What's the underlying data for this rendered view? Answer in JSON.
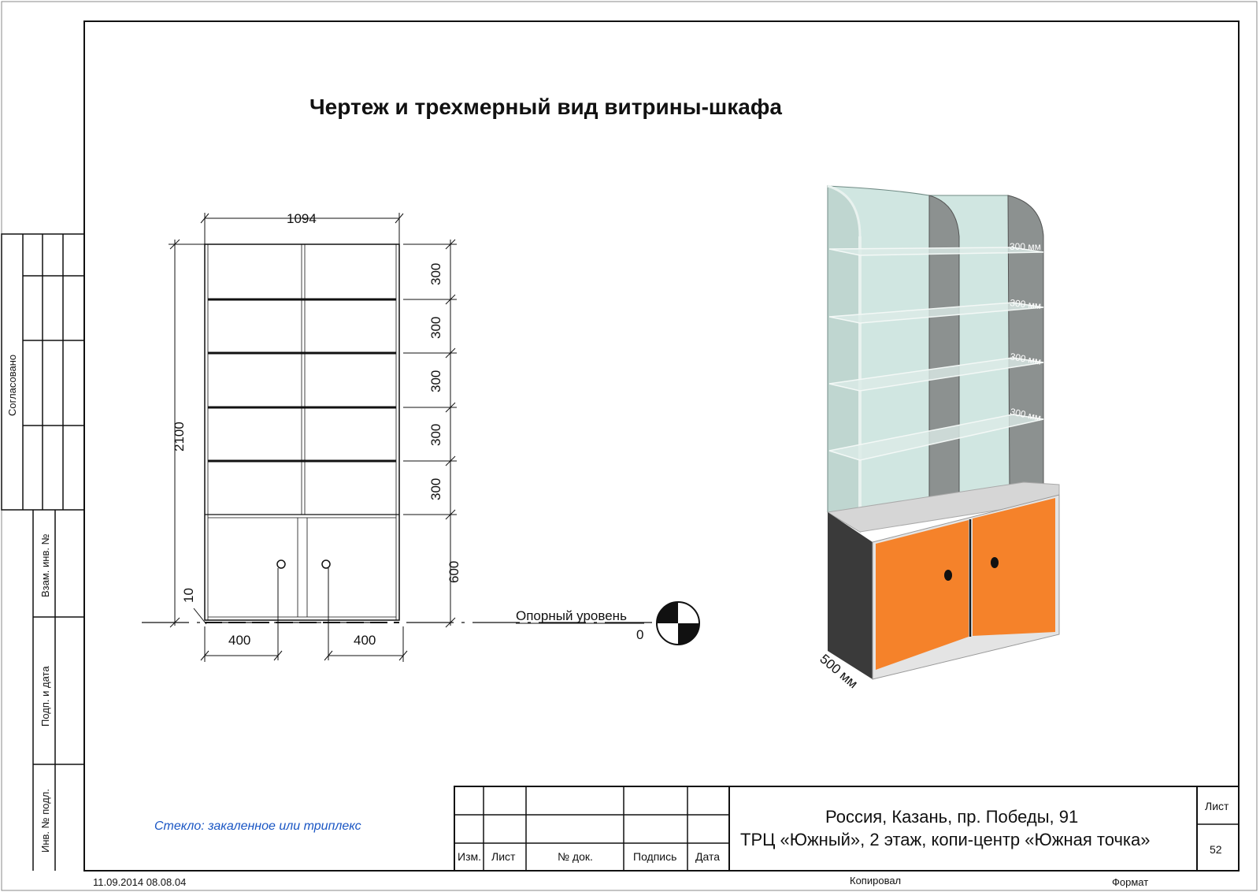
{
  "title": "Чертеж и трехмерный вид витрины-шкафа",
  "front_view": {
    "overall_width": "1094",
    "overall_height": "2100",
    "shelf_pitches": [
      "300",
      "300",
      "300",
      "300",
      "300"
    ],
    "cabinet_height": "600",
    "plinth": "10",
    "handle_offset_left": "400",
    "handle_offset_right": "400"
  },
  "reference_level": {
    "label": "Опорный уровень",
    "value": "0"
  },
  "view_3d": {
    "shelf_labels": [
      "300 мм",
      "300 мм",
      "300 мм",
      "300 мм"
    ],
    "depth_label": "500 мм",
    "colors": {
      "door": "#f5822a",
      "body_side": "#3a3a3a",
      "glass_side": "#8c9190",
      "glass_front": "#c8e2dc",
      "top_shelf": "#d6d6d6"
    }
  },
  "note": "Стекло: закаленное или триплекс",
  "left_margin": {
    "approved": "Согласовано",
    "inv_swap": "Взам. инв. №",
    "sign_date": "Подп. и дата",
    "inv_orig": "Инв. № подл."
  },
  "title_block": {
    "col_izm": "Изм.",
    "col_list": "Лист",
    "col_doc": "№ док.",
    "col_sign": "Подпись",
    "col_date": "Дата",
    "address_line1": "Россия, Казань, пр. Победы, 91",
    "address_line2": "ТРЦ «Южный», 2 этаж, копи-центр «Южная точка»",
    "sheet_label": "Лист",
    "sheet_number": "52"
  },
  "footer": {
    "timestamp": "11.09.2014 08.08.04",
    "copied": "Копировал",
    "format": "Формат"
  }
}
